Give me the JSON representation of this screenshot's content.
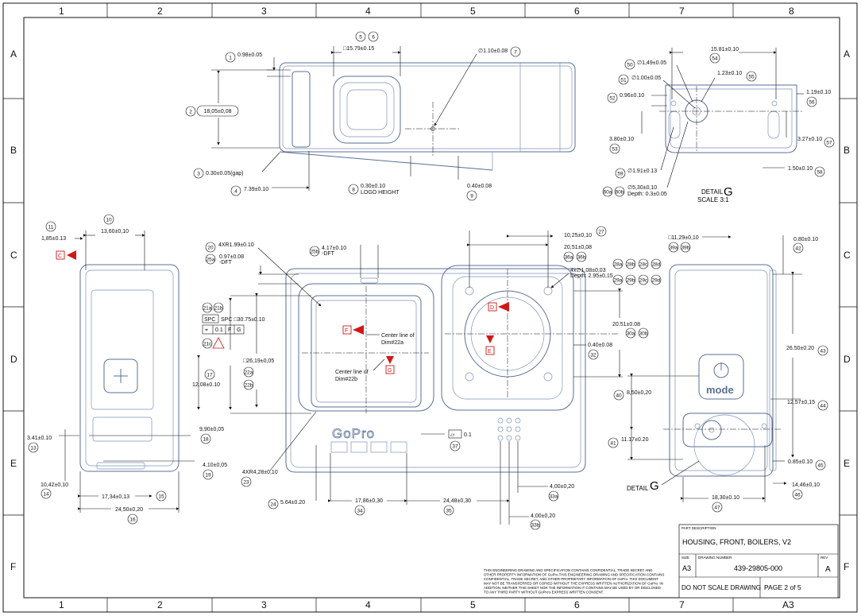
{
  "zones": {
    "cols": [
      "1",
      "2",
      "3",
      "4",
      "5",
      "6",
      "7",
      "8"
    ],
    "rows": [
      "A",
      "B",
      "C",
      "D",
      "E",
      "F"
    ]
  },
  "dims": {
    "d1": "0.98±0.05",
    "d2": "18,05±0,08",
    "d3": "0.30±0.05(gap)",
    "d4": "7.39±0.10",
    "d56": "□15.79±0.15",
    "d7": "∅1.10±0.08",
    "d8a": "0.30±0.10",
    "d8b": "LOGO HEIGHT",
    "d9": "0.40±0.08",
    "d50": "∅1,49±0.05",
    "d51": "∅1.00±0.05",
    "d52": "0.96±0.10",
    "d53": "3.80±0.10",
    "d54": "15.81±0.10",
    "d55": "1.23±0.10",
    "d56g": "1.19±0.10",
    "d57": "3.27±0.10",
    "d58": "1.50±0.10",
    "d59": "∅1.91±0.13",
    "d60a": "∅5,30±0,10",
    "d60b": "Depth: 0.3±0.05",
    "d11": "1,85±0.13",
    "d10": "13,60±0,10",
    "d20": "4XR1.99±0.10",
    "d25": "0.97±0.08",
    "d25b": "-DFT",
    "d25c": "4.17±0.10",
    "d25d": "-DFT",
    "d10r": "10,25±0,10",
    "d20r": "20,51±0,08",
    "d27": "4x∅1,08±0,03",
    "d27b": "Depth: 2.95±0,15",
    "d21": "SPC □30.75±0.10",
    "d21pos": "0.1",
    "d22": "□26,19±0,05",
    "d17": "12.08±0.10",
    "d18": "9,90±0,05",
    "d13": "3.41±0.10",
    "d19": "4,10±0,05",
    "d14": "10,42±0,10",
    "d15": "17,34±0,13",
    "d16": "24,50±0,20",
    "d23": "4XR4,28±0,10",
    "d24": "5.64±0.20",
    "d34": "17,86±0,30",
    "d35": "24,48±0,30",
    "d33a": "4,00±0,20",
    "d33b": "4,00±0,20",
    "d37": "0.1",
    "d20v": "20.51±0.08",
    "d32": "0.40±0.08",
    "d40": "8,50±0,20",
    "d41": "11.17±0.20",
    "d39": "□11,29±0,10",
    "d42": "0.80±0.10",
    "d43": "26.50±0.20",
    "d44": "12,57±0,15",
    "d45": "0.85±0.10",
    "d46": "14,46±0,10",
    "d47": "18,30±0.10"
  },
  "balloons": {
    "b1": "1",
    "b2": "2",
    "b3": "3",
    "b4": "4",
    "b5": "5",
    "b6": "6",
    "b7": "7",
    "b8": "8",
    "b9": "9",
    "b10": "10",
    "b11": "11",
    "b13": "13",
    "b14": "14",
    "b15": "15",
    "b16": "16",
    "b17": "17",
    "b18": "18",
    "b19": "19",
    "b20": "20",
    "b21a": "21a",
    "b21b": "21b",
    "b21c": "21c",
    "b22a": "22a",
    "b22b": "22b",
    "b23": "23",
    "b24": "24",
    "b25a": "25a",
    "b25b": "25b",
    "b26": "26",
    "b27": "27",
    "b28a": "28a",
    "b28b": "28b",
    "b28c": "28c",
    "b28d": "28d",
    "b29a": "29a",
    "b29b": "29b",
    "b29c": "29c",
    "b29d": "29d",
    "b30a": "30a",
    "b30b": "30b",
    "b32": "32",
    "b33a": "33a",
    "b33b": "33b",
    "b34": "34",
    "b35": "35",
    "b36a": "36a",
    "b36b": "36b",
    "b37": "37",
    "b39a": "39a",
    "b39b": "39b",
    "b40": "40",
    "b41": "41",
    "b42": "42",
    "b43": "43",
    "b44": "44",
    "b45": "45",
    "b46": "46",
    "b47": "47",
    "b50": "50",
    "b51": "51",
    "b52": "52",
    "b53": "53",
    "b54": "54",
    "b55": "55",
    "b56": "56",
    "b57": "57",
    "b58": "58",
    "b59": "59",
    "b60a": "60a",
    "b60b": "60b"
  },
  "datums": {
    "c": "C",
    "d": "D",
    "e": "E",
    "f": "F",
    "g": "G"
  },
  "notes": {
    "cl22a": "Center line of",
    "cl22a2": "Dim#22a",
    "cl22b": "Center line of",
    "cl22b2": "Dim#22b",
    "detail_title": "DETAIL",
    "detail_letter": "G",
    "detail_scale": "SCALE 3:1",
    "detail_ref": "DETAIL",
    "fcf_sym": "⌖",
    "fcf_tol": "0.1",
    "fcf_a": "F",
    "fcf_b": "G",
    "spc": "SPC",
    "mode_label": "mode",
    "gopro_logo": "GoPro",
    "flat_sym": "▱"
  },
  "title_block": {
    "part_desc_label": "PART DESCRIPTION",
    "part_desc": "HOUSING, FRONT, BOILERS, V2",
    "size_label": "SIZE",
    "size": "A3",
    "drawing_number_label": "DRAWING NUMBER",
    "drawing_number": "439-29805-000",
    "rev_label": "REV",
    "rev": "A",
    "do_not_scale": "DO NOT SCALE DRAWING",
    "page": "PAGE 2 of 5",
    "sheet_size": "A3",
    "confidential": [
      "THIS ENGINEERING DRAWING AND SPECIFICATION CONTAINS CONFIDENTIAL, TRADE SECRET AND",
      "OTHER PROPERTY INFORMATION OF GoPro.THIS ENGINEERING DRAWING AND SPECIFICATION CONTAINS",
      "CONFIDENTIAL, TRADE SECRET, AND OTHER PROPRIETARY INFORMATION OF GoPro. THIS DOCUMENT",
      "MAY NOT BE TRANSFERRED OR COPIED WITHOUT THE EXPRESS WRITTEN AUTHORIZATION OF GoPro. IN",
      "ADDITION, NEITHER THIS SHEET NOR THE INFORMATION IT CONTAINS MAY BE USED BY OR DISCLOSED",
      "TO ANY THIRD PARTY WITHOUT GoPro's EXPRESS WRITTEN CONSENT."
    ]
  }
}
